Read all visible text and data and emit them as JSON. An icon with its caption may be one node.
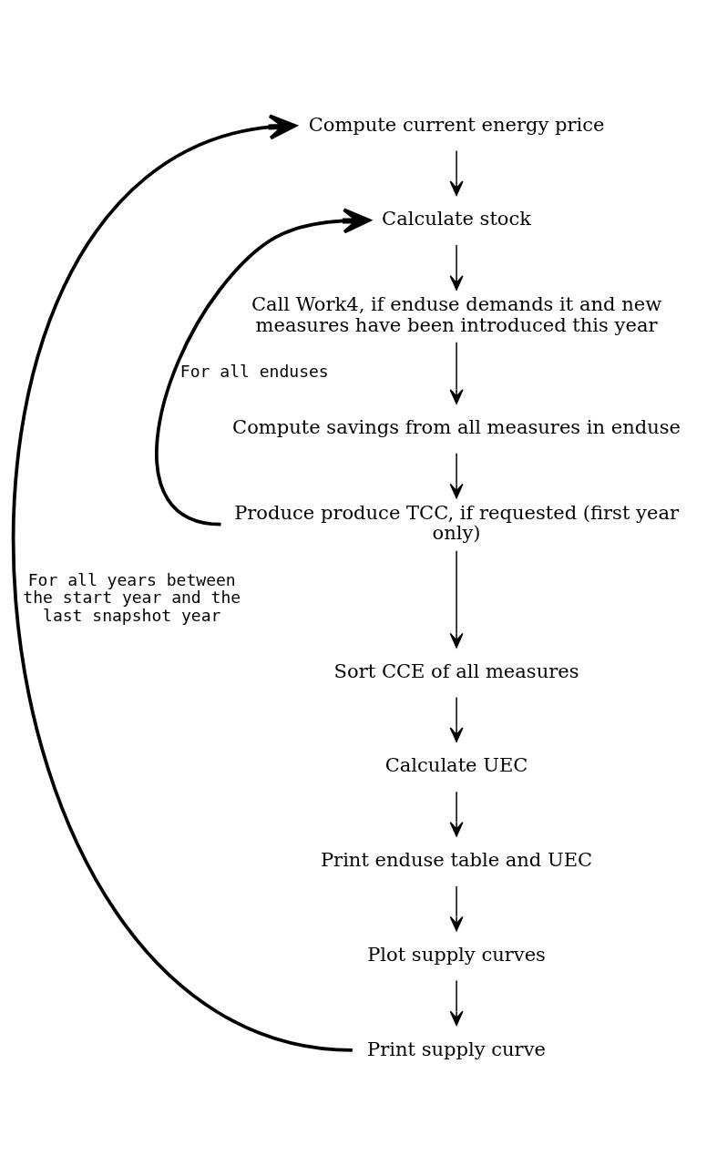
{
  "diagram": {
    "nodes": [
      {
        "text": [
          "Compute current energy price"
        ]
      },
      {
        "text": [
          "Calculate stock"
        ]
      },
      {
        "text": [
          "Call Work4, if enduse demands it and new measures have been introduced this year"
        ]
      },
      {
        "text": [
          "Compute savings from all measures in enduse"
        ]
      },
      {
        "text": [
          "Produce produce TCC, if requested (first year only)"
        ]
      },
      {
        "text": [
          "Sort CCE of all measures"
        ]
      },
      {
        "text": [
          "Calculate UEC"
        ]
      },
      {
        "text": [
          "Print enduse table and UEC"
        ]
      },
      {
        "text": [
          "Plot supply curves"
        ]
      },
      {
        "text": [
          "Print supply curve"
        ]
      }
    ],
    "edges": [
      {
        "from": 0,
        "to": 1,
        "arrow": "to"
      },
      {
        "from": 1,
        "to": 2,
        "arrow": "to"
      },
      {
        "from": 2,
        "to": 3,
        "arrow": "to"
      },
      {
        "from": 3,
        "to": 4,
        "arrow": "to"
      },
      {
        "from": 4,
        "to": 5,
        "arrow": "to"
      },
      {
        "from": 5,
        "to": 6,
        "arrow": "to"
      },
      {
        "from": 6,
        "to": 7,
        "arrow": "to"
      },
      {
        "from": 7,
        "to": 8,
        "arrow": "to"
      },
      {
        "from": 8,
        "to": 9,
        "arrow": "to"
      },
      {
        "from": 4,
        "to": 1,
        "arrow": "to",
        "label": "For all enduses",
        "style": "thick"
      },
      {
        "from": 9,
        "to": 0,
        "arrow": "to",
        "label": "For all years between the start year and the last snapshot year",
        "style": "thick"
      }
    ]
  }
}
